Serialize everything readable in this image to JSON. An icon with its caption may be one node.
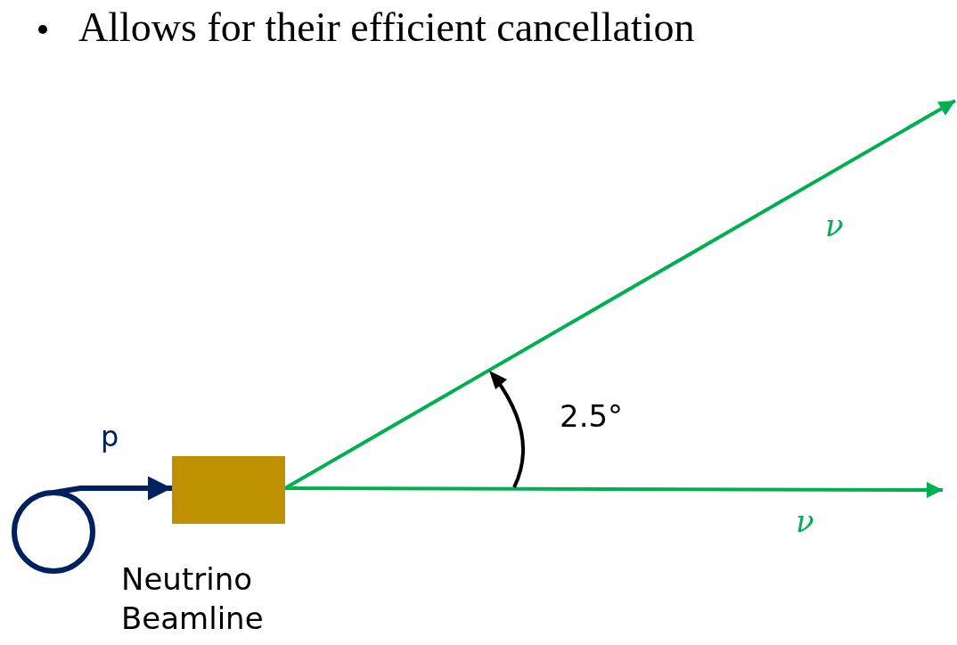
{
  "diagram": {
    "title": "Allows for their efficient cancellation",
    "nodes": [
      {
        "text": [],
        "shape": "circle"
      },
      {
        "text": [],
        "shape": "box",
        "beside": [
          "Neutrino Beamline"
        ]
      }
    ],
    "edges": [
      {
        "from": 0,
        "to": 1,
        "arrow": "to",
        "label": "p",
        "color": "#002060"
      },
      {
        "from": 1,
        "to": null,
        "arrow": "to",
        "label": "ν"
      },
      {
        "from": 1,
        "to": null,
        "arrow": "to",
        "label": "ν"
      }
    ],
    "labels": [
      "2.5°"
    ]
  }
}
